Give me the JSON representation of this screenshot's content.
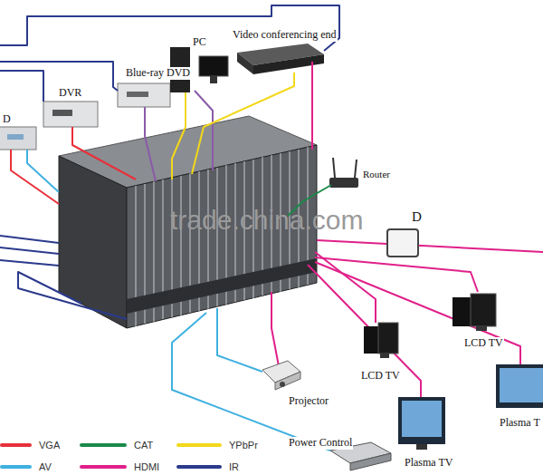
{
  "diagram": {
    "nodes": [
      {
        "text": [
          "D"
        ]
      },
      {
        "text": [
          "DVR"
        ]
      },
      {
        "text": [
          "Blue-ray DVD"
        ]
      },
      {
        "text": [
          "PC"
        ]
      },
      {
        "text": [
          "Video conferencing end"
        ]
      },
      {
        "text": [
          "Router"
        ]
      },
      {
        "text": [
          "D"
        ]
      },
      {
        "text": [
          "LCD TV"
        ]
      },
      {
        "text": [
          "LCD TV"
        ]
      },
      {
        "text": [
          "Projector"
        ]
      },
      {
        "text": [
          "Plasma TV"
        ]
      },
      {
        "text": [
          "Plasma T"
        ]
      },
      {
        "text": [
          "Power Control"
        ]
      }
    ],
    "labels": [
      "trade.china.com"
    ],
    "legend": [
      {
        "text": "VGA",
        "color": "#e8303a"
      },
      {
        "text": "CAT",
        "color": "#1a8a4a"
      },
      {
        "text": "YPbPr",
        "color": "#f2d81a"
      },
      {
        "text": "AV",
        "color": "#3fb0e0"
      },
      {
        "text": "HDMI",
        "color": "#e0208a"
      },
      {
        "text": "IR",
        "color": "#2b3a8c"
      }
    ]
  }
}
